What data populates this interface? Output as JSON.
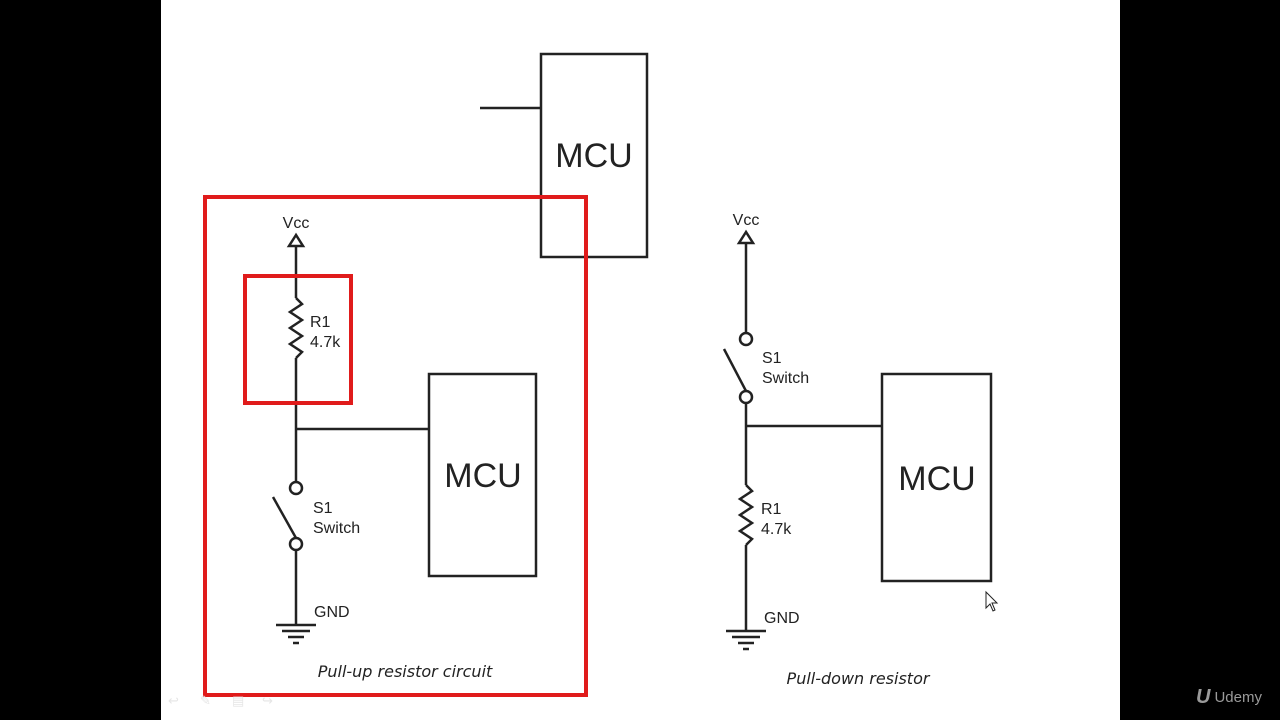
{
  "top_mcu": {
    "label": "MCU"
  },
  "pullup": {
    "vcc": "Vcc",
    "r1_name": "R1",
    "r1_value": "4.7k",
    "s1_name": "S1",
    "s1_type": "Switch",
    "gnd": "GND",
    "mcu": "MCU",
    "caption": "Pull-up resistor circuit"
  },
  "pulldown": {
    "vcc": "Vcc",
    "s1_name": "S1",
    "s1_type": "Switch",
    "r1_name": "R1",
    "r1_value": "4.7k",
    "gnd": "GND",
    "mcu": "MCU",
    "caption": "Pull-down resistor"
  },
  "watermark": {
    "brand": "Udemy",
    "icon": "udemy-logo-icon"
  },
  "colors": {
    "highlight": "#e01b1b",
    "ink": "#222222",
    "letterbox": "#000000",
    "slide": "#ffffff"
  }
}
